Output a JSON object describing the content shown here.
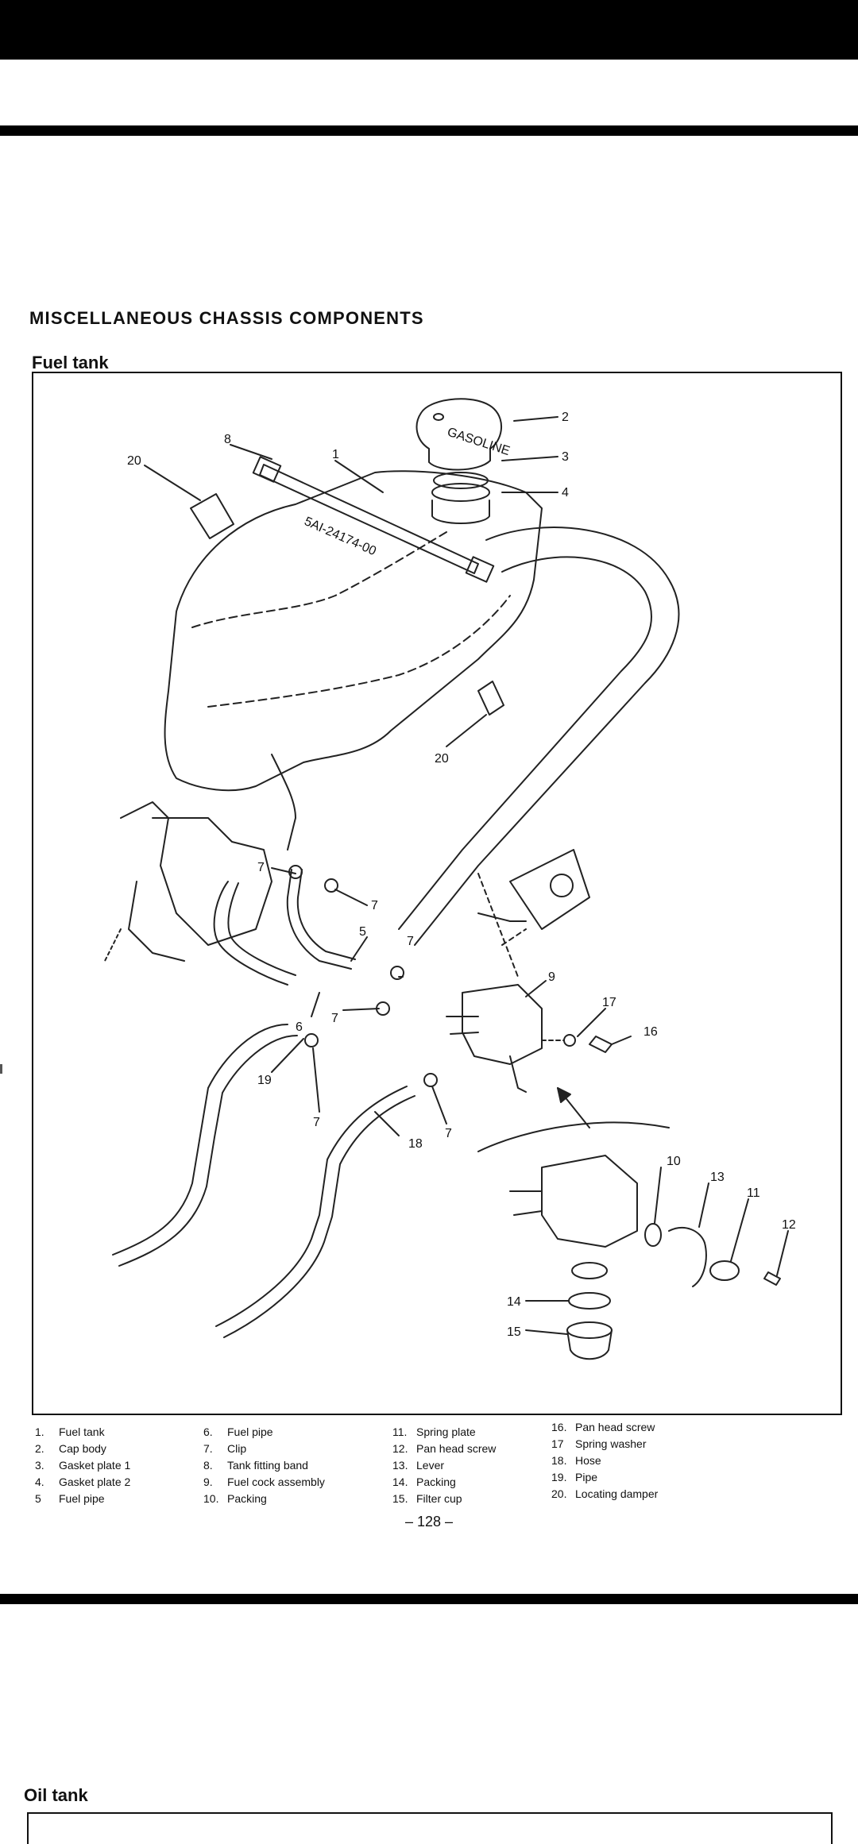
{
  "header": {
    "section_title": "MISCELLANEOUS CHASSIS COMPONENTS",
    "subsection_title": "Fuel tank"
  },
  "figure": {
    "callouts": {
      "c1": "1",
      "c2": "2",
      "c3": "3",
      "c4": "4",
      "c5": "5",
      "c6": "6",
      "c7": "7",
      "c8": "8",
      "c9": "9",
      "c10": "10",
      "c11": "11",
      "c12": "12",
      "c13": "13",
      "c14": "14",
      "c15": "15",
      "c16": "16",
      "c17": "17",
      "c18": "18",
      "c19": "19",
      "c20": "20"
    },
    "tank_stamp": "5AI-24174-00",
    "cap_text": "GASOLINE"
  },
  "legend": {
    "columns": [
      [
        {
          "num": "1.",
          "label": "Fuel tank"
        },
        {
          "num": "2.",
          "label": "Cap body"
        },
        {
          "num": "3.",
          "label": "Gasket plate 1"
        },
        {
          "num": "4.",
          "label": "Gasket plate 2"
        },
        {
          "num": "5",
          "label": "Fuel pipe"
        }
      ],
      [
        {
          "num": "6.",
          "label": "Fuel pipe"
        },
        {
          "num": "7.",
          "label": "Clip"
        },
        {
          "num": "8.",
          "label": "Tank fitting band"
        },
        {
          "num": "9.",
          "label": "Fuel cock assembly"
        },
        {
          "num": "10.",
          "label": "Packing"
        }
      ],
      [
        {
          "num": "11.",
          "label": "Spring plate"
        },
        {
          "num": "12.",
          "label": "Pan head screw"
        },
        {
          "num": "13.",
          "label": "Lever"
        },
        {
          "num": "14.",
          "label": "Packing"
        },
        {
          "num": "15.",
          "label": "Filter cup"
        }
      ],
      [
        {
          "num": "16.",
          "label": "Pan head screw"
        },
        {
          "num": "17",
          "label": "Spring washer"
        },
        {
          "num": "18.",
          "label": "Hose"
        },
        {
          "num": "19.",
          "label": "Pipe"
        },
        {
          "num": "20.",
          "label": "Locating damper"
        }
      ]
    ]
  },
  "page_number": "– 128 –",
  "next_section": {
    "title": "Oil tank"
  }
}
